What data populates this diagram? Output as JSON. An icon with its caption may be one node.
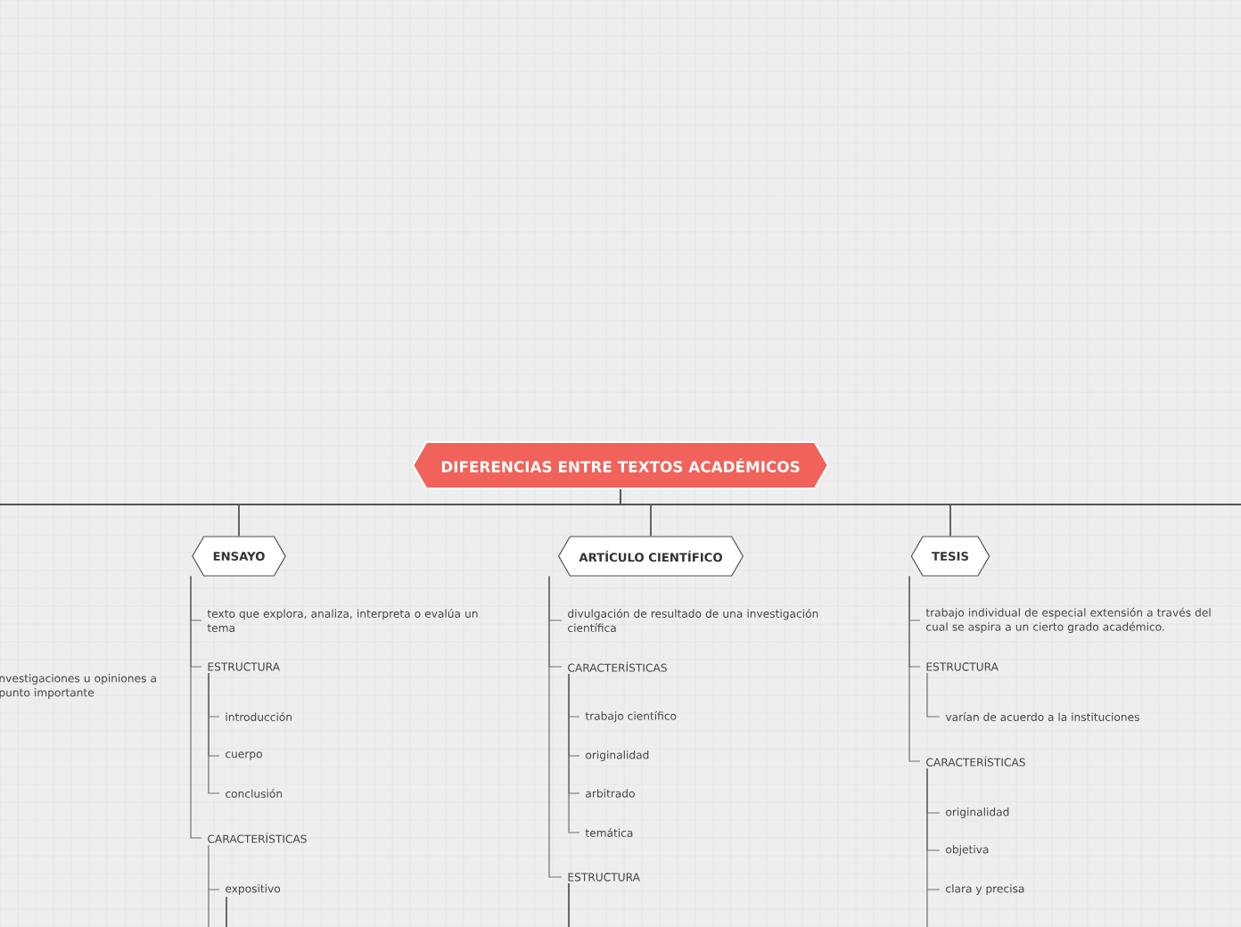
{
  "diagram": {
    "nodes": [
      {
        "text": [
          "DIFERENCIAS ENTRE TEXTOS ACADÉMICOS"
        ]
      },
      {
        "text": [
          "ENSAYO"
        ]
      },
      {
        "text": [
          "texto que explora, analiza, interpreta o evalúa un tema"
        ]
      },
      {
        "text": [
          "ESTRUCTURA"
        ]
      },
      {
        "text": [
          "introducción"
        ]
      },
      {
        "text": [
          "cuerpo"
        ]
      },
      {
        "text": [
          "conclusión"
        ]
      },
      {
        "text": [
          "CARACTERÍSTICAS"
        ]
      },
      {
        "text": [
          "expositivo"
        ]
      },
      {
        "text": [
          "ARTÍCULO CIENTÍFICO"
        ]
      },
      {
        "text": [
          "divulgación de resultado de una investigación científica"
        ]
      },
      {
        "text": [
          "CARACTERÍSTICAS"
        ]
      },
      {
        "text": [
          "trabajo científico"
        ]
      },
      {
        "text": [
          "originalidad"
        ]
      },
      {
        "text": [
          "arbitrado"
        ]
      },
      {
        "text": [
          "temática"
        ]
      },
      {
        "text": [
          "ESTRUCTURA"
        ]
      },
      {
        "text": [
          "TESIS"
        ]
      },
      {
        "text": [
          "trabajo individual de especial extensión a través del cual se aspira a un cierto grado académico."
        ]
      },
      {
        "text": [
          "ESTRUCTURA"
        ]
      },
      {
        "text": [
          "varían de acuerdo a la instituciones"
        ]
      },
      {
        "text": [
          "CARACTERÍSTICAS"
        ]
      },
      {
        "text": [
          "originalidad"
        ]
      },
      {
        "text": [
          "objetiva"
        ]
      },
      {
        "text": [
          "clara y precisa"
        ]
      }
    ],
    "edges": [
      {
        "from": 0,
        "to": 1,
        "arrow": "none"
      },
      {
        "from": 0,
        "to": 9,
        "arrow": "none"
      },
      {
        "from": 0,
        "to": 17,
        "arrow": "none"
      },
      {
        "from": 0,
        "to": null,
        "arrow": "none"
      },
      {
        "from": 0,
        "to": null,
        "arrow": "none"
      },
      {
        "from": 1,
        "to": 2,
        "arrow": "none"
      },
      {
        "from": 1,
        "to": 3,
        "arrow": "none"
      },
      {
        "from": 1,
        "to": 7,
        "arrow": "none"
      },
      {
        "from": 3,
        "to": 4,
        "arrow": "none"
      },
      {
        "from": 3,
        "to": 5,
        "arrow": "none"
      },
      {
        "from": 3,
        "to": 6,
        "arrow": "none"
      },
      {
        "from": 7,
        "to": 8,
        "arrow": "none"
      },
      {
        "from": 8,
        "to": null,
        "arrow": "none"
      },
      {
        "from": 9,
        "to": 10,
        "arrow": "none"
      },
      {
        "from": 9,
        "to": 11,
        "arrow": "none"
      },
      {
        "from": 9,
        "to": 16,
        "arrow": "none"
      },
      {
        "from": 11,
        "to": 12,
        "arrow": "none"
      },
      {
        "from": 11,
        "to": 13,
        "arrow": "none"
      },
      {
        "from": 11,
        "to": 14,
        "arrow": "none"
      },
      {
        "from": 11,
        "to": 15,
        "arrow": "none"
      },
      {
        "from": 16,
        "to": null,
        "arrow": "none"
      },
      {
        "from": 17,
        "to": 18,
        "arrow": "none"
      },
      {
        "from": 17,
        "to": 19,
        "arrow": "none"
      },
      {
        "from": 17,
        "to": 21,
        "arrow": "none"
      },
      {
        "from": 19,
        "to": 20,
        "arrow": "none"
      },
      {
        "from": 21,
        "to": 22,
        "arrow": "none"
      },
      {
        "from": 21,
        "to": 23,
        "arrow": "none"
      },
      {
        "from": 21,
        "to": 24,
        "arrow": "none"
      }
    ],
    "labels": [
      "nvestigaciones u opiniones a punto importante"
    ]
  }
}
